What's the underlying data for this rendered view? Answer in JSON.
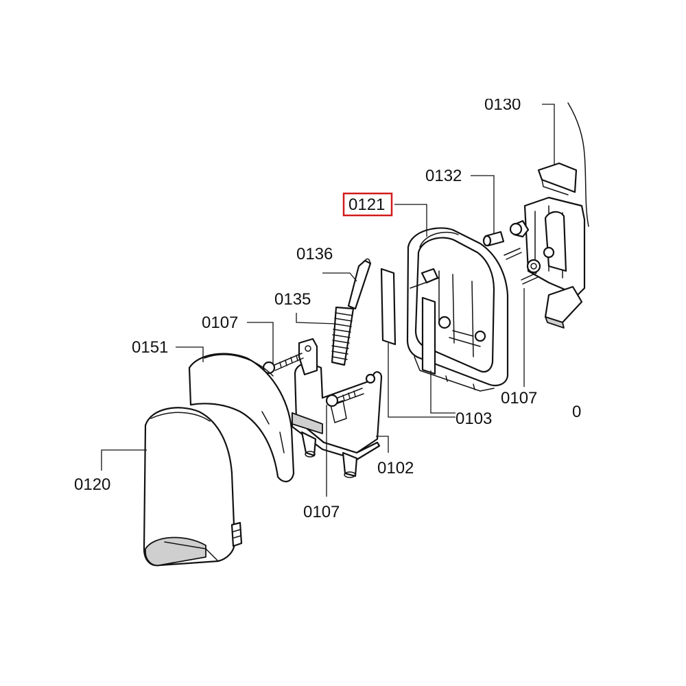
{
  "diagram": {
    "highlight_color": "#d11a1a",
    "labels": {
      "l0130": "0130",
      "l0132": "0132",
      "l0121": "0121",
      "l0136": "0136",
      "l0135": "0135",
      "l0107a": "0107",
      "l0151": "0151",
      "l0107b": "0107",
      "l0103": "0103",
      "l0102": "0102",
      "l0120": "0120",
      "l0107c": "0107",
      "l0cut": "0"
    }
  }
}
